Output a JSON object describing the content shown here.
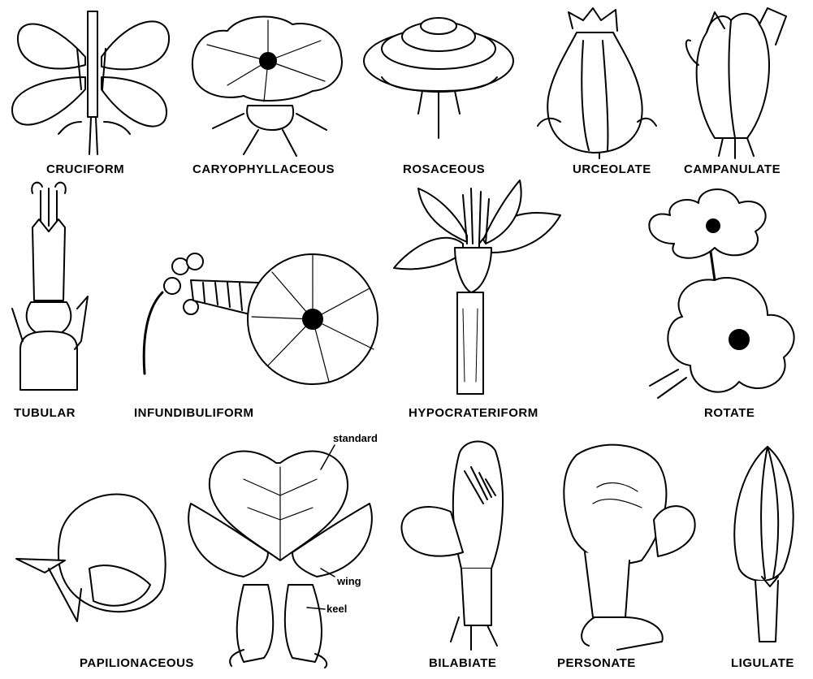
{
  "labels": {
    "cruciform": "CRUCIFORM",
    "caryophyllaceous": "CARYOPHYLLACEOUS",
    "rosaceous": "ROSACEOUS",
    "urceolate": "URCEOLATE",
    "campanulate": "CAMPANULATE",
    "tubular": "TUBULAR",
    "infundibuliform": "INFUNDIBULIFORM",
    "hypocrateriform": "HYPOCRATERIFORM",
    "rotate": "ROTATE",
    "papilionaceous": "PAPILIONACEOUS",
    "bilabiate": "BILABIATE",
    "personate": "PERSONATE",
    "ligulate": "LIGULATE"
  },
  "parts": {
    "standard": "standard",
    "wing": "wing",
    "keel": "keel"
  },
  "colors": {
    "ink": "#000000",
    "paper": "#ffffff"
  }
}
